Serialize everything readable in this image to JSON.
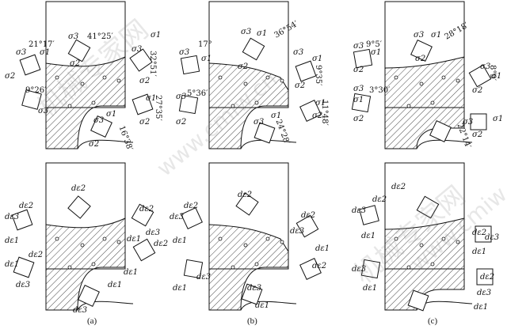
{
  "figure": {
    "panels": [
      {
        "caption": "(a)",
        "stress_angles": [
          "21°17′",
          "41°25′",
          "32°51′",
          "9°26′",
          "27°35′",
          "16°38′"
        ],
        "stress_symbols": [
          "σ3",
          "σ1",
          "σ2",
          "σ3",
          "σ2",
          "σ3",
          "σ1",
          "σ2",
          "σ3",
          "σ1",
          "σ2",
          "σ3",
          "σ1",
          "σ2"
        ],
        "strain_symbols": [
          "dε2",
          "dε2",
          "dε3",
          "dε1",
          "dε2",
          "dε1",
          "dε3",
          "dε2",
          "dε3",
          "dε1",
          "dε2",
          "dε1",
          "dε1",
          "dε3"
        ]
      },
      {
        "caption": "(b)",
        "stress_angles": [
          "17°",
          "36°54′",
          "9°35′",
          "5°36′",
          "11°48′",
          "24°28′"
        ],
        "stress_symbols": [
          "σ3",
          "σ1",
          "σ3",
          "σ1",
          "σ2",
          "σ3",
          "σ1",
          "σ2",
          "σ3",
          "σ1",
          "σ2",
          "σ3",
          "σ1",
          "σ2"
        ],
        "strain_symbols": [
          "dε2",
          "dε3",
          "dε1",
          "dε2",
          "dε3",
          "dε1",
          "dε2",
          "dε3",
          "dε1",
          "dε2",
          "dε3",
          "dε1"
        ]
      },
      {
        "caption": "(c)",
        "stress_angles": [
          "9°5′",
          "28°18′",
          "3°30′",
          "8°9′",
          "22°14′"
        ],
        "stress_symbols": [
          "σ3",
          "σ1",
          "σ2",
          "σ3",
          "σ1",
          "σ2",
          "σ3",
          "σ1",
          "σ2",
          "σ3",
          "σ1",
          "σ2",
          "σ3",
          "σ1",
          "σ2"
        ],
        "strain_symbols": [
          "dε2",
          "dε3",
          "dε1",
          "dε2",
          "dε3",
          "dε1",
          "dε2",
          "dε3",
          "dε1",
          "dε2",
          "dε3",
          "dε1"
        ]
      }
    ],
    "watermarks": [
      "机械专家网",
      "www.cmiw.cn",
      "机械专家网",
      "www.cmiw.cn"
    ]
  }
}
